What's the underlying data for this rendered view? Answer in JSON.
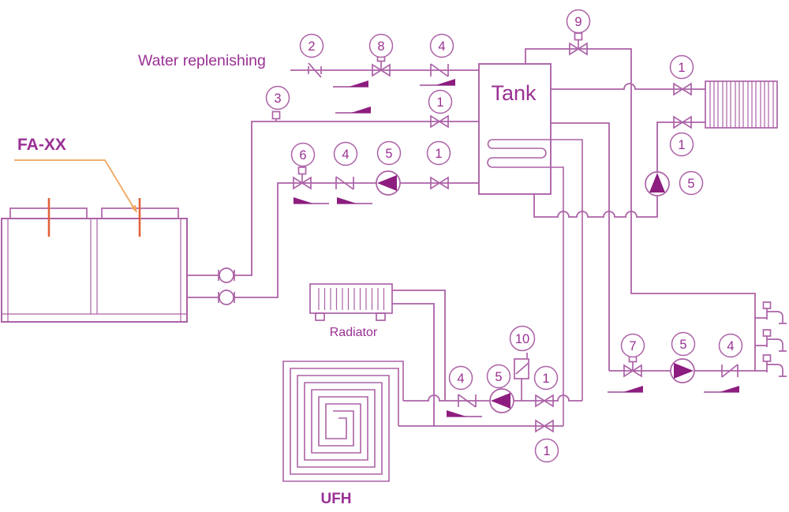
{
  "labels": {
    "water_replenishing": "Water replenishing",
    "fa_xx": "FA-XX",
    "tank": "Tank",
    "radiator": "Radiator",
    "ufh": "UFH"
  },
  "callouts": {
    "c01": "2",
    "c02": "8",
    "c03": "4",
    "c04": "9",
    "c05": "3",
    "c06": "1",
    "c07": "6",
    "c08": "4",
    "c09": "5",
    "c10": "1",
    "c11": "1",
    "c12": "1",
    "c13": "5",
    "c14": "10",
    "c15": "4",
    "c16": "5",
    "c17": "1",
    "c18": "1",
    "c19": "7",
    "c20": "5",
    "c21": "4"
  },
  "colors": {
    "pipe": "#ac62a7",
    "accent_fill": "#8d1d7f",
    "text": "#9a3094",
    "leader_orange": "#f0a55d",
    "fan_orange": "#e2623b"
  }
}
